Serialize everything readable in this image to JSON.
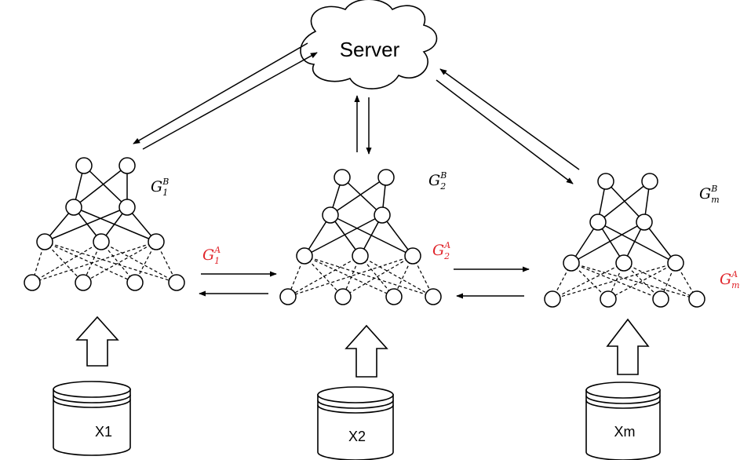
{
  "server": {
    "label": "Server"
  },
  "clients": [
    {
      "data_label": "X1",
      "global_label": {
        "base": "G",
        "sub": "1",
        "sup": "B"
      },
      "local_label": {
        "base": "G",
        "sub": "1",
        "sup": "A"
      }
    },
    {
      "data_label": "X2",
      "global_label": {
        "base": "G",
        "sub": "2",
        "sup": "B"
      },
      "local_label": {
        "base": "G",
        "sub": "2",
        "sup": "A"
      }
    },
    {
      "data_label": "Xm",
      "global_label": {
        "base": "G",
        "sub": "m",
        "sup": "B"
      },
      "local_label": {
        "base": "G",
        "sub": "m",
        "sup": "A"
      }
    }
  ],
  "colors": {
    "stroke": "#000000",
    "accent": "#e0252b",
    "background": "#ffffff"
  }
}
